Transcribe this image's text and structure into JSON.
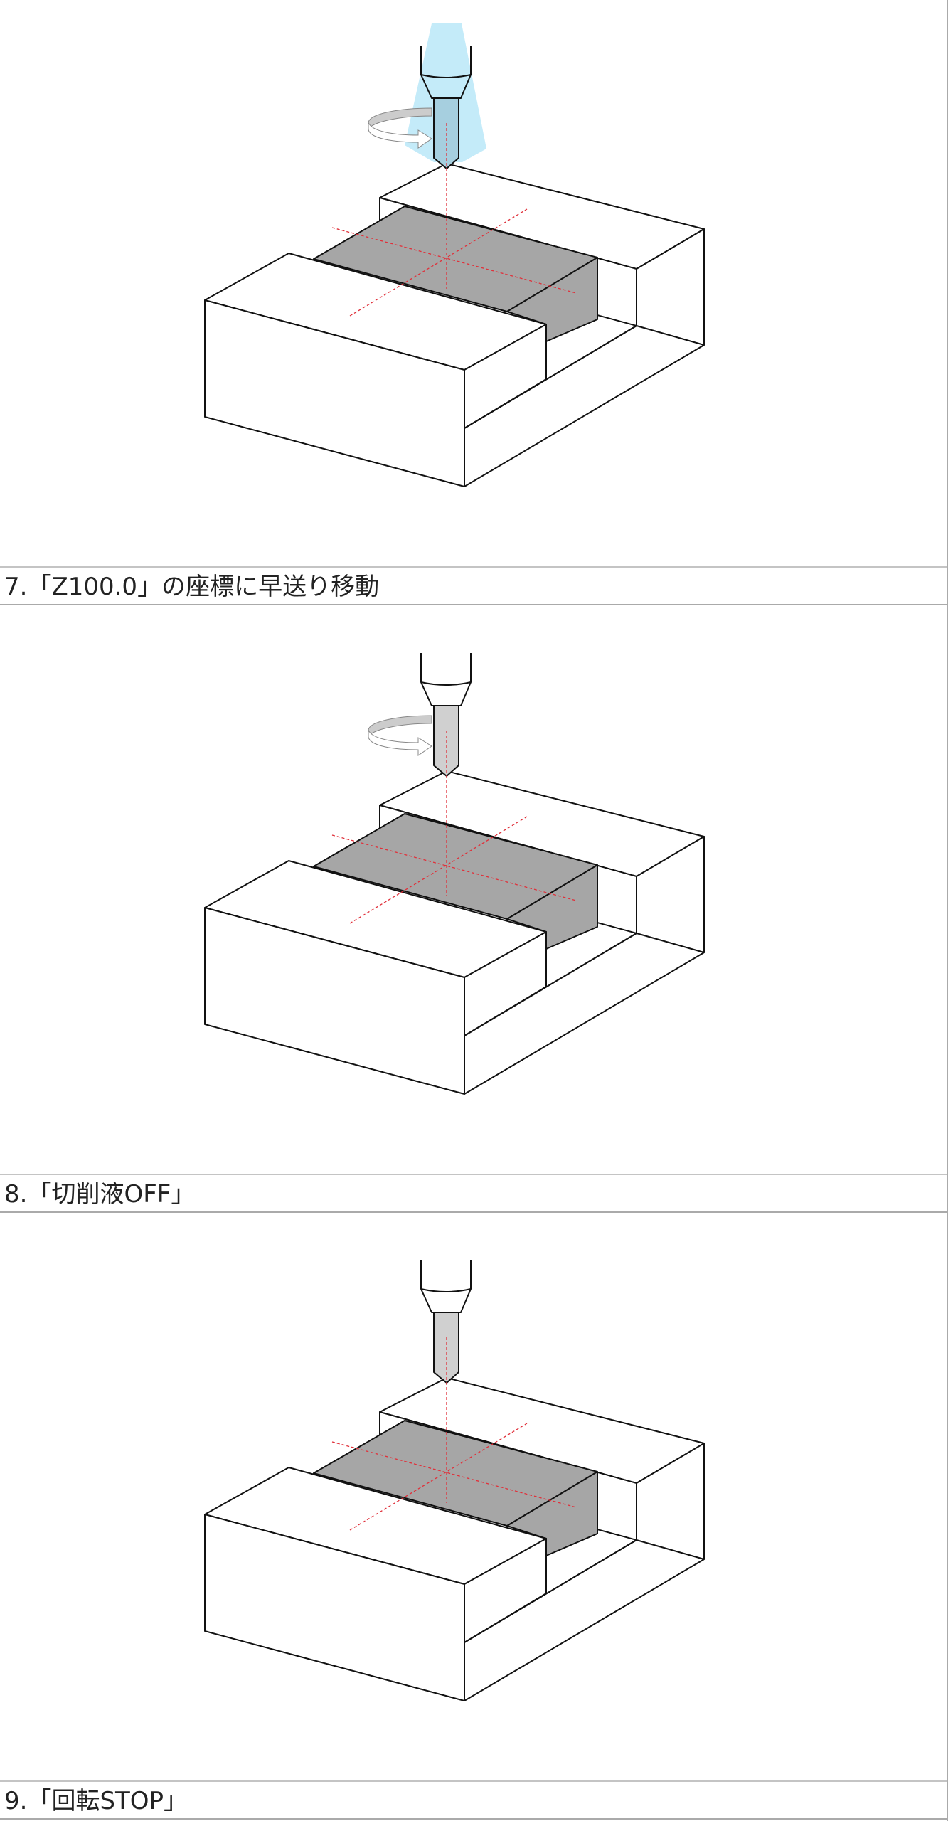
{
  "colors": {
    "coolant": "#c4ebf9",
    "shank_coolant": "#a6cfdf",
    "shank": "#d0d0d0",
    "work_gray": "#a6a6a6",
    "center_line": "#e0303a"
  },
  "steps": [
    {
      "caption": "7.「Z100.0」の座標に早送り移動",
      "coolant_on": true,
      "rotating": true
    },
    {
      "caption": "8.「切削液OFF」",
      "coolant_on": false,
      "rotating": true
    },
    {
      "caption": "9.「回転STOP」",
      "coolant_on": false,
      "rotating": false
    }
  ]
}
